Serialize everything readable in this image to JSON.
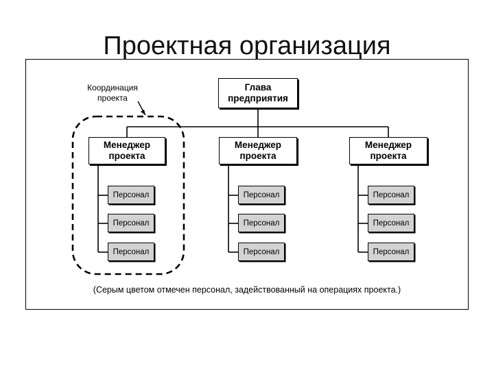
{
  "slide": {
    "title": "Проектная организация"
  },
  "diagram": {
    "head": "Глава\nпредприятия",
    "coordination_label": "Координация\nпроекта",
    "columns": [
      {
        "manager": "Менеджер\nпроекта",
        "staff": [
          "Персонал",
          "Персонал",
          "Персонал"
        ]
      },
      {
        "manager": "Менеджер\nпроекта",
        "staff": [
          "Персонал",
          "Персонал",
          "Персонал"
        ]
      },
      {
        "manager": "Менеджер\nпроекта",
        "staff": [
          "Персонал",
          "Персонал",
          "Персонал"
        ]
      }
    ],
    "footnote": "(Серым цветом отмечен персонал, задействованный на операциях проекта.)",
    "colors": {
      "staff_fill": "#d3d3d3",
      "lines": "#000000"
    }
  }
}
